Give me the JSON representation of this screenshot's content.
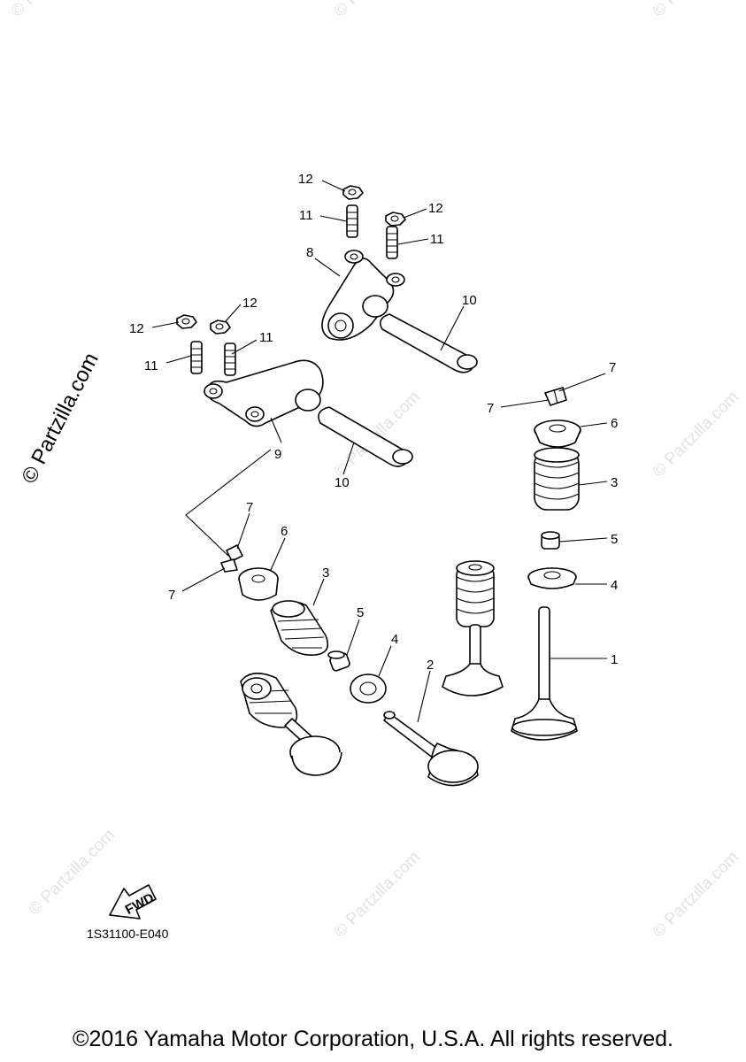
{
  "watermark": {
    "text": "© Partzilla.com"
  },
  "diagram": {
    "code": "1S31100-E040",
    "fwd_label": "FWD",
    "callouts": {
      "c1": "1",
      "c2": "2",
      "c3a": "3",
      "c3b": "3",
      "c4a": "4",
      "c4b": "4",
      "c5a": "5",
      "c5b": "5",
      "c6a": "6",
      "c6b": "6",
      "c7a": "7",
      "c7b": "7",
      "c7c": "7",
      "c7d": "7",
      "c8": "8",
      "c9": "9",
      "c10a": "10",
      "c10b": "10",
      "c11a": "11",
      "c11b": "11",
      "c11c": "11",
      "c11d": "11",
      "c12a": "12",
      "c12b": "12",
      "c12c": "12",
      "c12d": "12"
    }
  },
  "footer": {
    "copyright": "©2016 Yamaha Motor Corporation, U.S.A. All rights reserved."
  }
}
